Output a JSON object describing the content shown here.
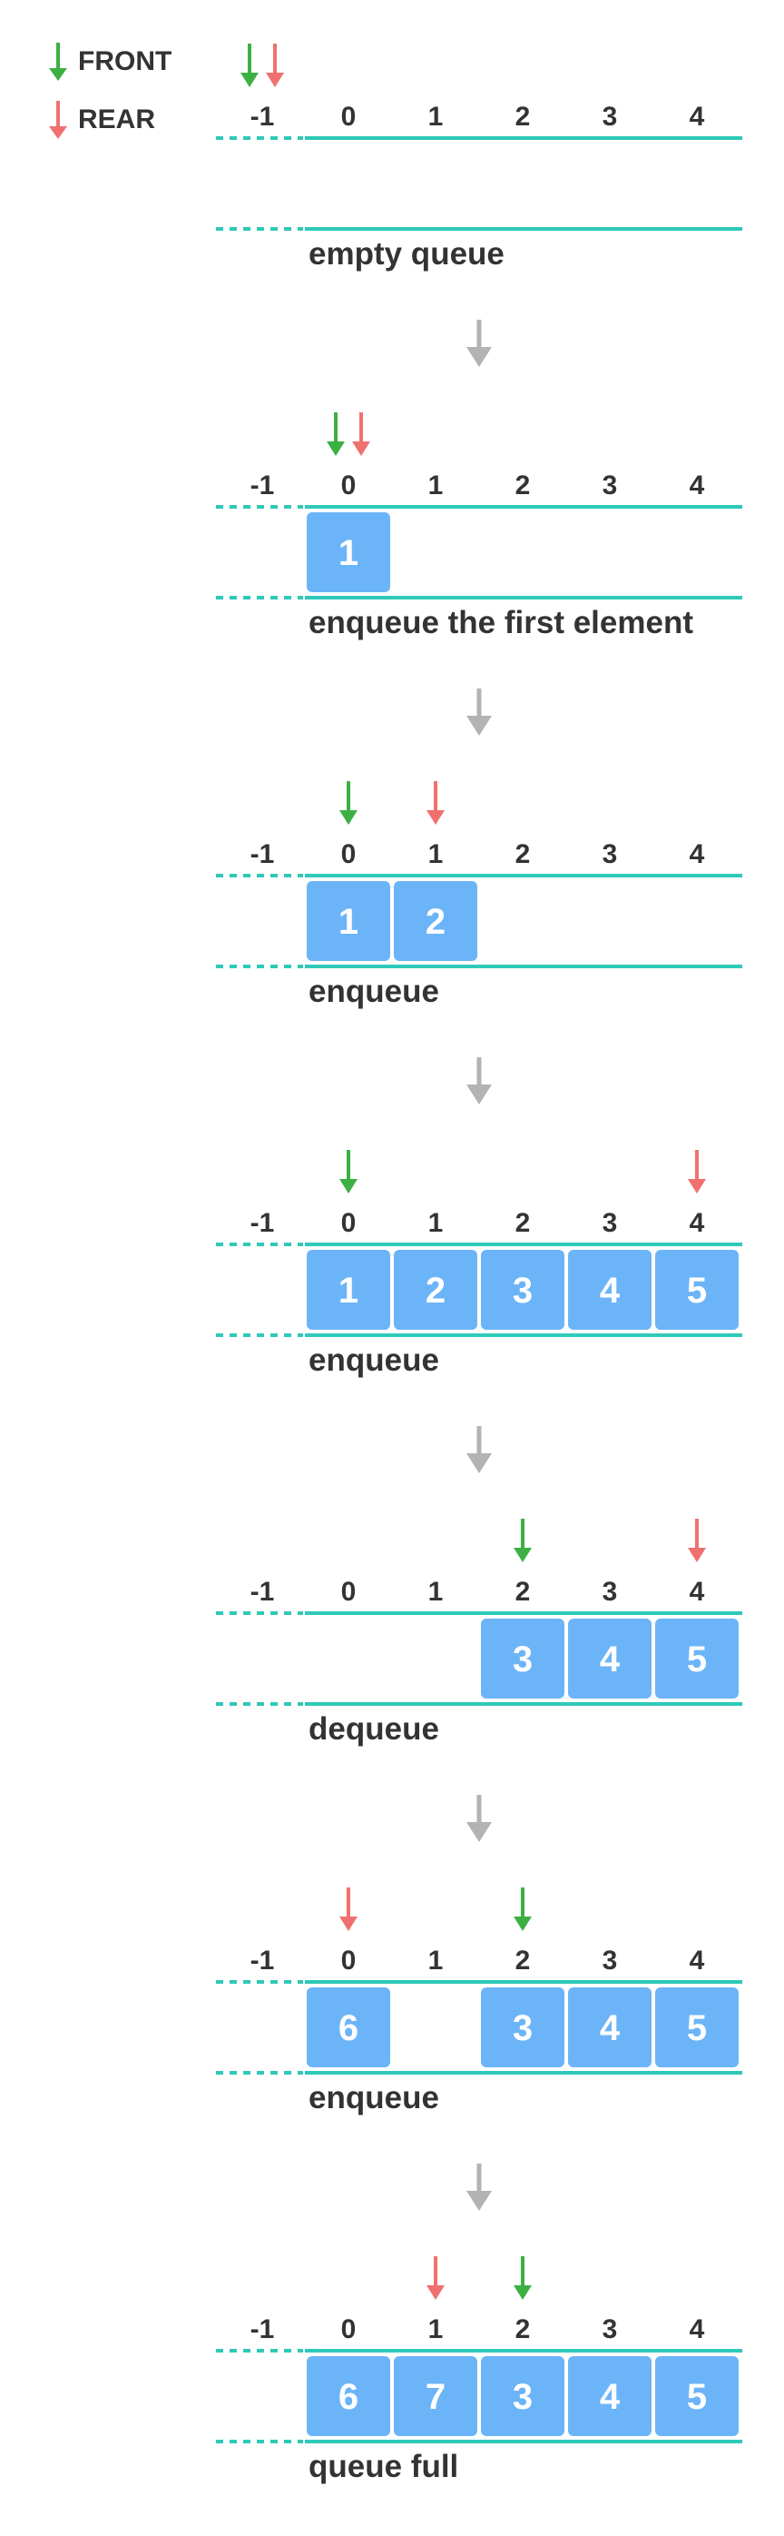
{
  "legend": {
    "front_label": "FRONT",
    "rear_label": "REAR"
  },
  "colors": {
    "front": "#3cb043",
    "rear": "#f07070",
    "cell": "#6cb4f8",
    "line": "#2ec9b8",
    "flow_arrow": "#b3b3b3"
  },
  "indices": [
    "-1",
    "0",
    "1",
    "2",
    "3",
    "4"
  ],
  "steps": [
    {
      "caption": "empty queue",
      "front": -1,
      "rear": -1,
      "cells": [
        "",
        "",
        "",
        "",
        ""
      ]
    },
    {
      "caption": "enqueue the first element",
      "front": 0,
      "rear": 0,
      "cells": [
        "1",
        "",
        "",
        "",
        ""
      ]
    },
    {
      "caption": "enqueue",
      "front": 0,
      "rear": 1,
      "cells": [
        "1",
        "2",
        "",
        "",
        ""
      ]
    },
    {
      "caption": "enqueue",
      "front": 0,
      "rear": 4,
      "cells": [
        "1",
        "2",
        "3",
        "4",
        "5"
      ]
    },
    {
      "caption": "dequeue",
      "front": 2,
      "rear": 4,
      "cells": [
        "",
        "",
        "3",
        "4",
        "5"
      ]
    },
    {
      "caption": "enqueue",
      "front": 2,
      "rear": 0,
      "cells": [
        "6",
        "",
        "3",
        "4",
        "5"
      ]
    },
    {
      "caption": "queue full",
      "front": 2,
      "rear": 1,
      "cells": [
        "6",
        "7",
        "3",
        "4",
        "5"
      ]
    }
  ]
}
